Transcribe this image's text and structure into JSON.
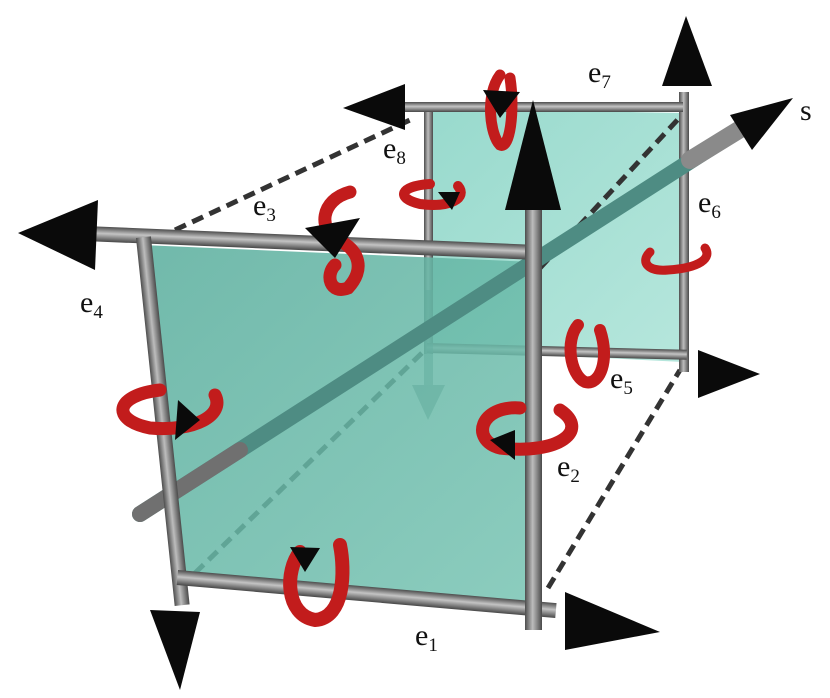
{
  "diagram": {
    "labels": {
      "s": "s",
      "e1": {
        "base": "e",
        "sub": "1"
      },
      "e2": {
        "base": "e",
        "sub": "2"
      },
      "e3": {
        "base": "e",
        "sub": "3"
      },
      "e4": {
        "base": "e",
        "sub": "4"
      },
      "e5": {
        "base": "e",
        "sub": "5"
      },
      "e6": {
        "base": "e",
        "sub": "6"
      },
      "e7": {
        "base": "e",
        "sub": "7"
      },
      "e8": {
        "base": "e",
        "sub": "8"
      }
    },
    "colors": {
      "plaquette_fill": "#5fb8a6",
      "rod": "#8a8a8a",
      "arrow": "#0a0a0a",
      "ring": "#d21d1d",
      "diagonal": "#5a8c86",
      "dashed": "#333333"
    }
  }
}
